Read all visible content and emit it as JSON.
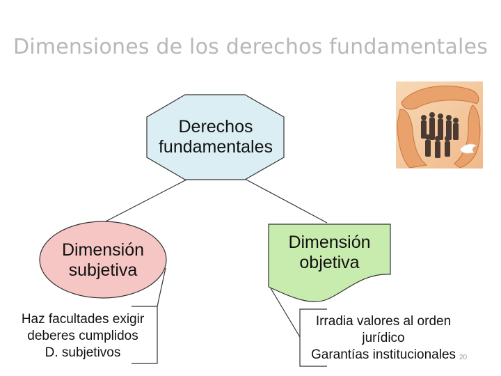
{
  "slide": {
    "title": "Dimensiones de los derechos fundamentales",
    "page_number": "20"
  },
  "nodes": {
    "root": {
      "line1": "Derechos",
      "line2": "fundamentales",
      "fill": "#daeef3"
    },
    "subjective": {
      "line1": "Dimensión",
      "line2": "subjetiva",
      "fill": "#f5c6c4"
    },
    "objective": {
      "line1": "Dimensión",
      "line2": "objetiva",
      "fill": "#c8ecae"
    }
  },
  "notes": {
    "subjective": {
      "line1": "Haz facultades exigir",
      "line2": "deberes cumplidos",
      "line3": "D. subjetivos"
    },
    "objective": {
      "line1": "Irradia valores al orden",
      "line2": "jurídico",
      "line3": "Garantías institucionales"
    }
  },
  "image": {
    "icon": "hands-protecting-people-illustration"
  }
}
